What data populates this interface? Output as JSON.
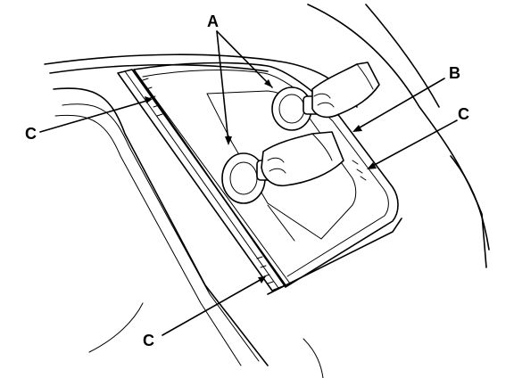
{
  "figure": {
    "callouts": {
      "a": "A",
      "b": "B",
      "c_left": "C",
      "c_right": "C",
      "c_bottom": "C"
    },
    "parts": {
      "a": "suction-cup",
      "b": "rear-quarter-glass",
      "c": "clip"
    }
  }
}
